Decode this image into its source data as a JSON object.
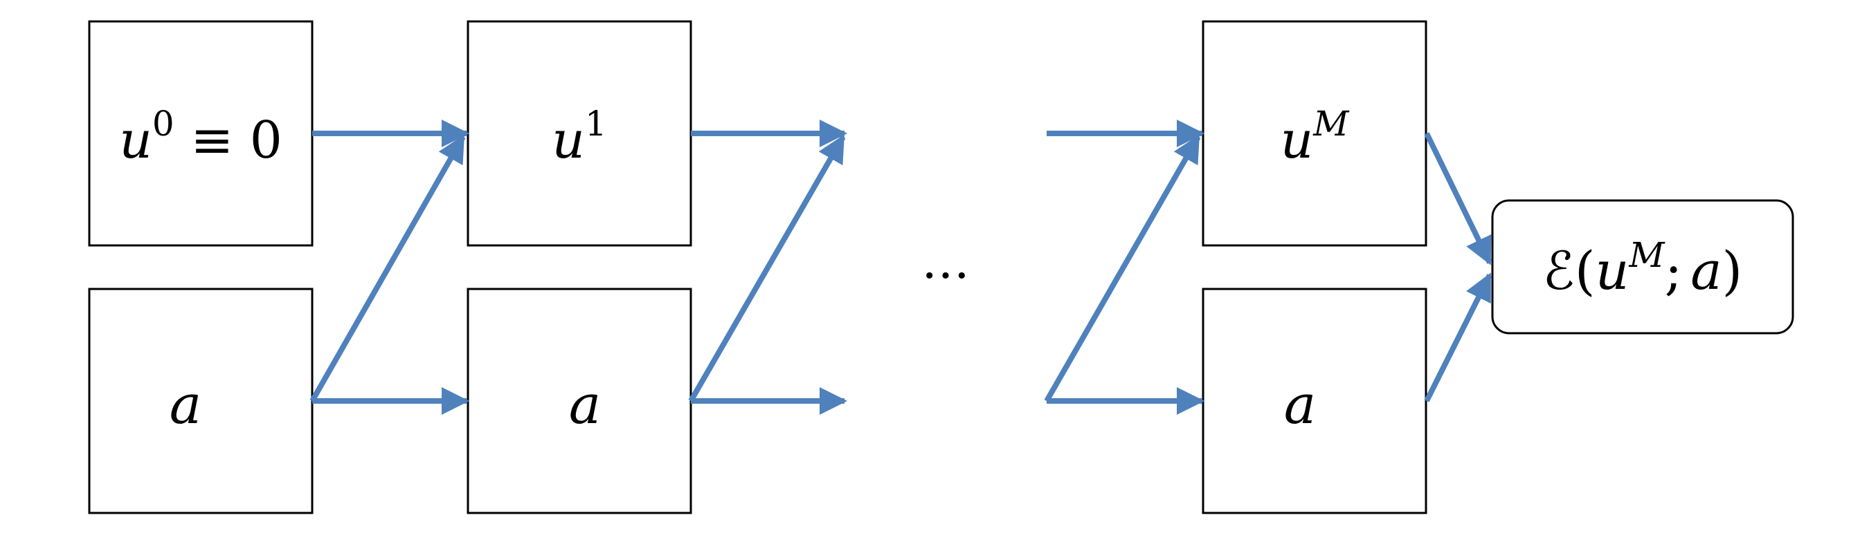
{
  "diagram": {
    "box_u0": {
      "base": "u",
      "sup": "0",
      "rest": " ≡ 0"
    },
    "box_u1": {
      "base": "u",
      "sup": "1"
    },
    "box_uM": {
      "base": "u",
      "sup": "M"
    },
    "box_a1": {
      "label": "a"
    },
    "box_a2": {
      "label": "a"
    },
    "box_a3": {
      "label": "a"
    },
    "ellipsis": "…",
    "energy": {
      "prefix": "ℰ(",
      "base": "u",
      "sup": "M",
      "sep": ";",
      "arg": "a",
      "suffix": ")"
    }
  },
  "colors": {
    "arrow": "#4f81bd",
    "box_stroke": "#000000",
    "text": "#000000",
    "background": "#ffffff"
  }
}
